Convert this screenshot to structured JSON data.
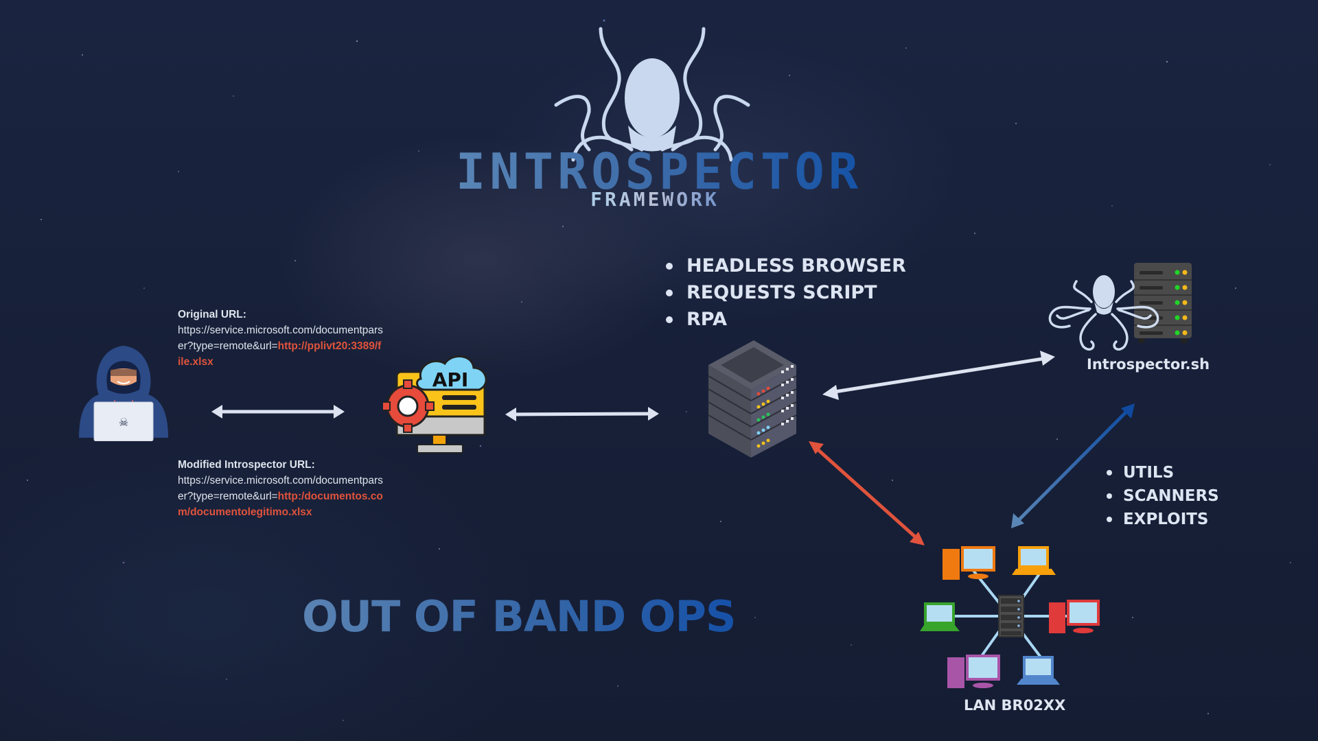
{
  "header": {
    "title": "INTROSPECTOR",
    "subtitle": "FRAMEWORK",
    "logo_icon": "octopus-icon"
  },
  "original_url": {
    "label": "Original URL:",
    "base": "https://service.microsoft.com/documentparser?type=remote&url=",
    "highlight": "http://pplivt20:3389/file.xlsx"
  },
  "modified_url": {
    "label": "Modified Introspector URL:",
    "base": "https://service.microsoft.com/documentparser?type=remote&url=",
    "highlight": "http:/documentos.com/documentolegitimo.xlsx"
  },
  "nodes": {
    "attacker": {
      "icon": "hacker-icon"
    },
    "api": {
      "icon": "api-gear-monitor-icon",
      "text": "API"
    },
    "server": {
      "icon": "server-rack-icon"
    },
    "introspector": {
      "icon": "octopus-server-icon",
      "label": "Introspector.sh"
    },
    "lan": {
      "icon": "network-topology-icon",
      "label": "LAN BR02XX"
    }
  },
  "server_capabilities": [
    "HEADLESS BROWSER",
    "REQUESTS SCRIPT",
    "RPA"
  ],
  "introspector_tools": [
    "UTILS",
    "SCANNERS",
    "EXPLOITS"
  ],
  "footer_title": "OUT OF BAND OPS",
  "colors": {
    "background": "#172038",
    "text": "#dfe5f1",
    "highlight_red": "#e0533c",
    "arrow_white": "#dde3f0",
    "arrow_red": "#e0533c",
    "arrow_blue_start": "#5a86b6",
    "arrow_blue_end": "#0f4aa0"
  },
  "connections": [
    {
      "from": "attacker",
      "to": "api",
      "color": "white",
      "bidirectional": true
    },
    {
      "from": "api",
      "to": "server",
      "color": "white",
      "bidirectional": true
    },
    {
      "from": "server",
      "to": "introspector",
      "color": "white",
      "bidirectional": true
    },
    {
      "from": "server",
      "to": "lan",
      "color": "red",
      "bidirectional": true
    },
    {
      "from": "introspector",
      "to": "lan",
      "color": "blue",
      "bidirectional": true
    }
  ]
}
